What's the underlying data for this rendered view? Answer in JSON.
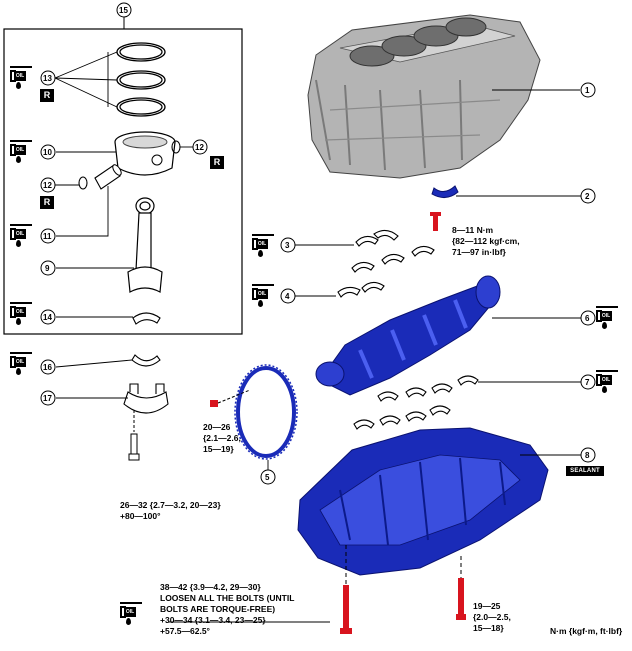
{
  "callouts": {
    "c1": "1",
    "c2": "2",
    "c3": "3",
    "c4": "4",
    "c5": "5",
    "c6": "6",
    "c7": "7",
    "c8": "8",
    "c9": "9",
    "c10": "10",
    "c11": "11",
    "c12a": "12",
    "c12b": "12",
    "c13": "13",
    "c14": "14",
    "c15": "15",
    "c16": "16",
    "c17": "17"
  },
  "icons": {
    "oil_label": "OIL",
    "replace_label": "R",
    "sealant_label": "SEALANT"
  },
  "torque_notes": {
    "bolt_2": [
      "8—11 N·m",
      "{82—112 kgf·cm,",
      "71—97 in·lbf}"
    ],
    "bolt_5": [
      "20—26",
      "{2.1—2.6,",
      "15—19}"
    ],
    "bolt_17": [
      "26—32 {2.7—3.2, 20—23}",
      "+80—100°"
    ],
    "main_bolt": [
      "38—42 {3.9—4.2, 29—30}",
      "LOOSEN ALL THE BOLTS (UNTIL",
      "BOLTS ARE TORQUE-FREE)",
      "+30—34 {3.1—3.4, 23—25}",
      "+57.5—62.5°"
    ],
    "side_bolt": [
      "19—25",
      "{2.0—2.5,",
      "15—18}"
    ]
  },
  "units_legend": "N·m {kgf·m, ft·lbf}",
  "colors": {
    "line": "#000000",
    "block_gray": "#a9a9a9",
    "part_blue": "#1a2bb8",
    "bolt_red": "#d8141e"
  }
}
